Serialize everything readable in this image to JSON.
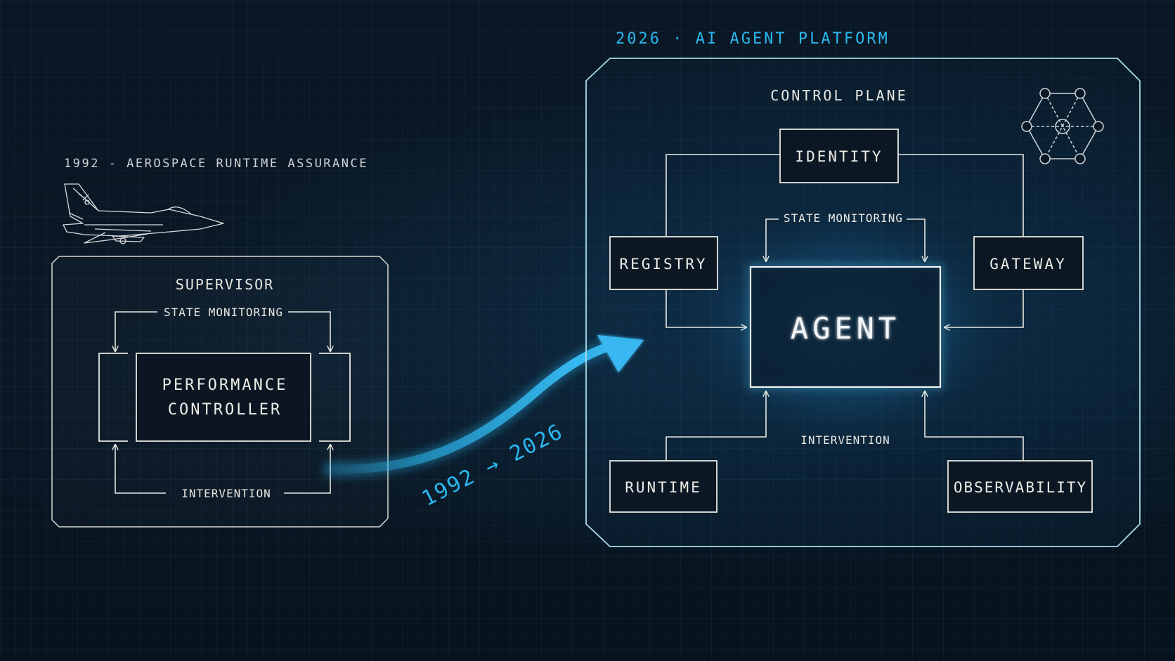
{
  "colors": {
    "background": "#07131e",
    "line": "#e8e8e2",
    "accent": "#2bb8f0",
    "panel_border": "#a8dce6"
  },
  "icons": [
    "jet-aircraft-icon",
    "network-graph-icon"
  ],
  "left_panel": {
    "heading": "1992 - AEROSPACE RUNTIME ASSURANCE",
    "supervisor_label": "SUPERVISOR",
    "state_monitoring": "STATE MONITORING",
    "controller_line1": "PERFORMANCE",
    "controller_line2": "CONTROLLER",
    "intervention": "INTERVENTION"
  },
  "transition": {
    "label": "1992 → 2026"
  },
  "right_panel": {
    "heading": "2026 · AI AGENT PLATFORM",
    "control_plane_label": "CONTROL PLANE",
    "identity": "IDENTITY",
    "registry": "REGISTRY",
    "gateway": "GATEWAY",
    "state_monitoring": "STATE MONITORING",
    "agent": "AGENT",
    "intervention": "INTERVENTION",
    "runtime": "RUNTIME",
    "observability": "OBSERVABILITY"
  }
}
